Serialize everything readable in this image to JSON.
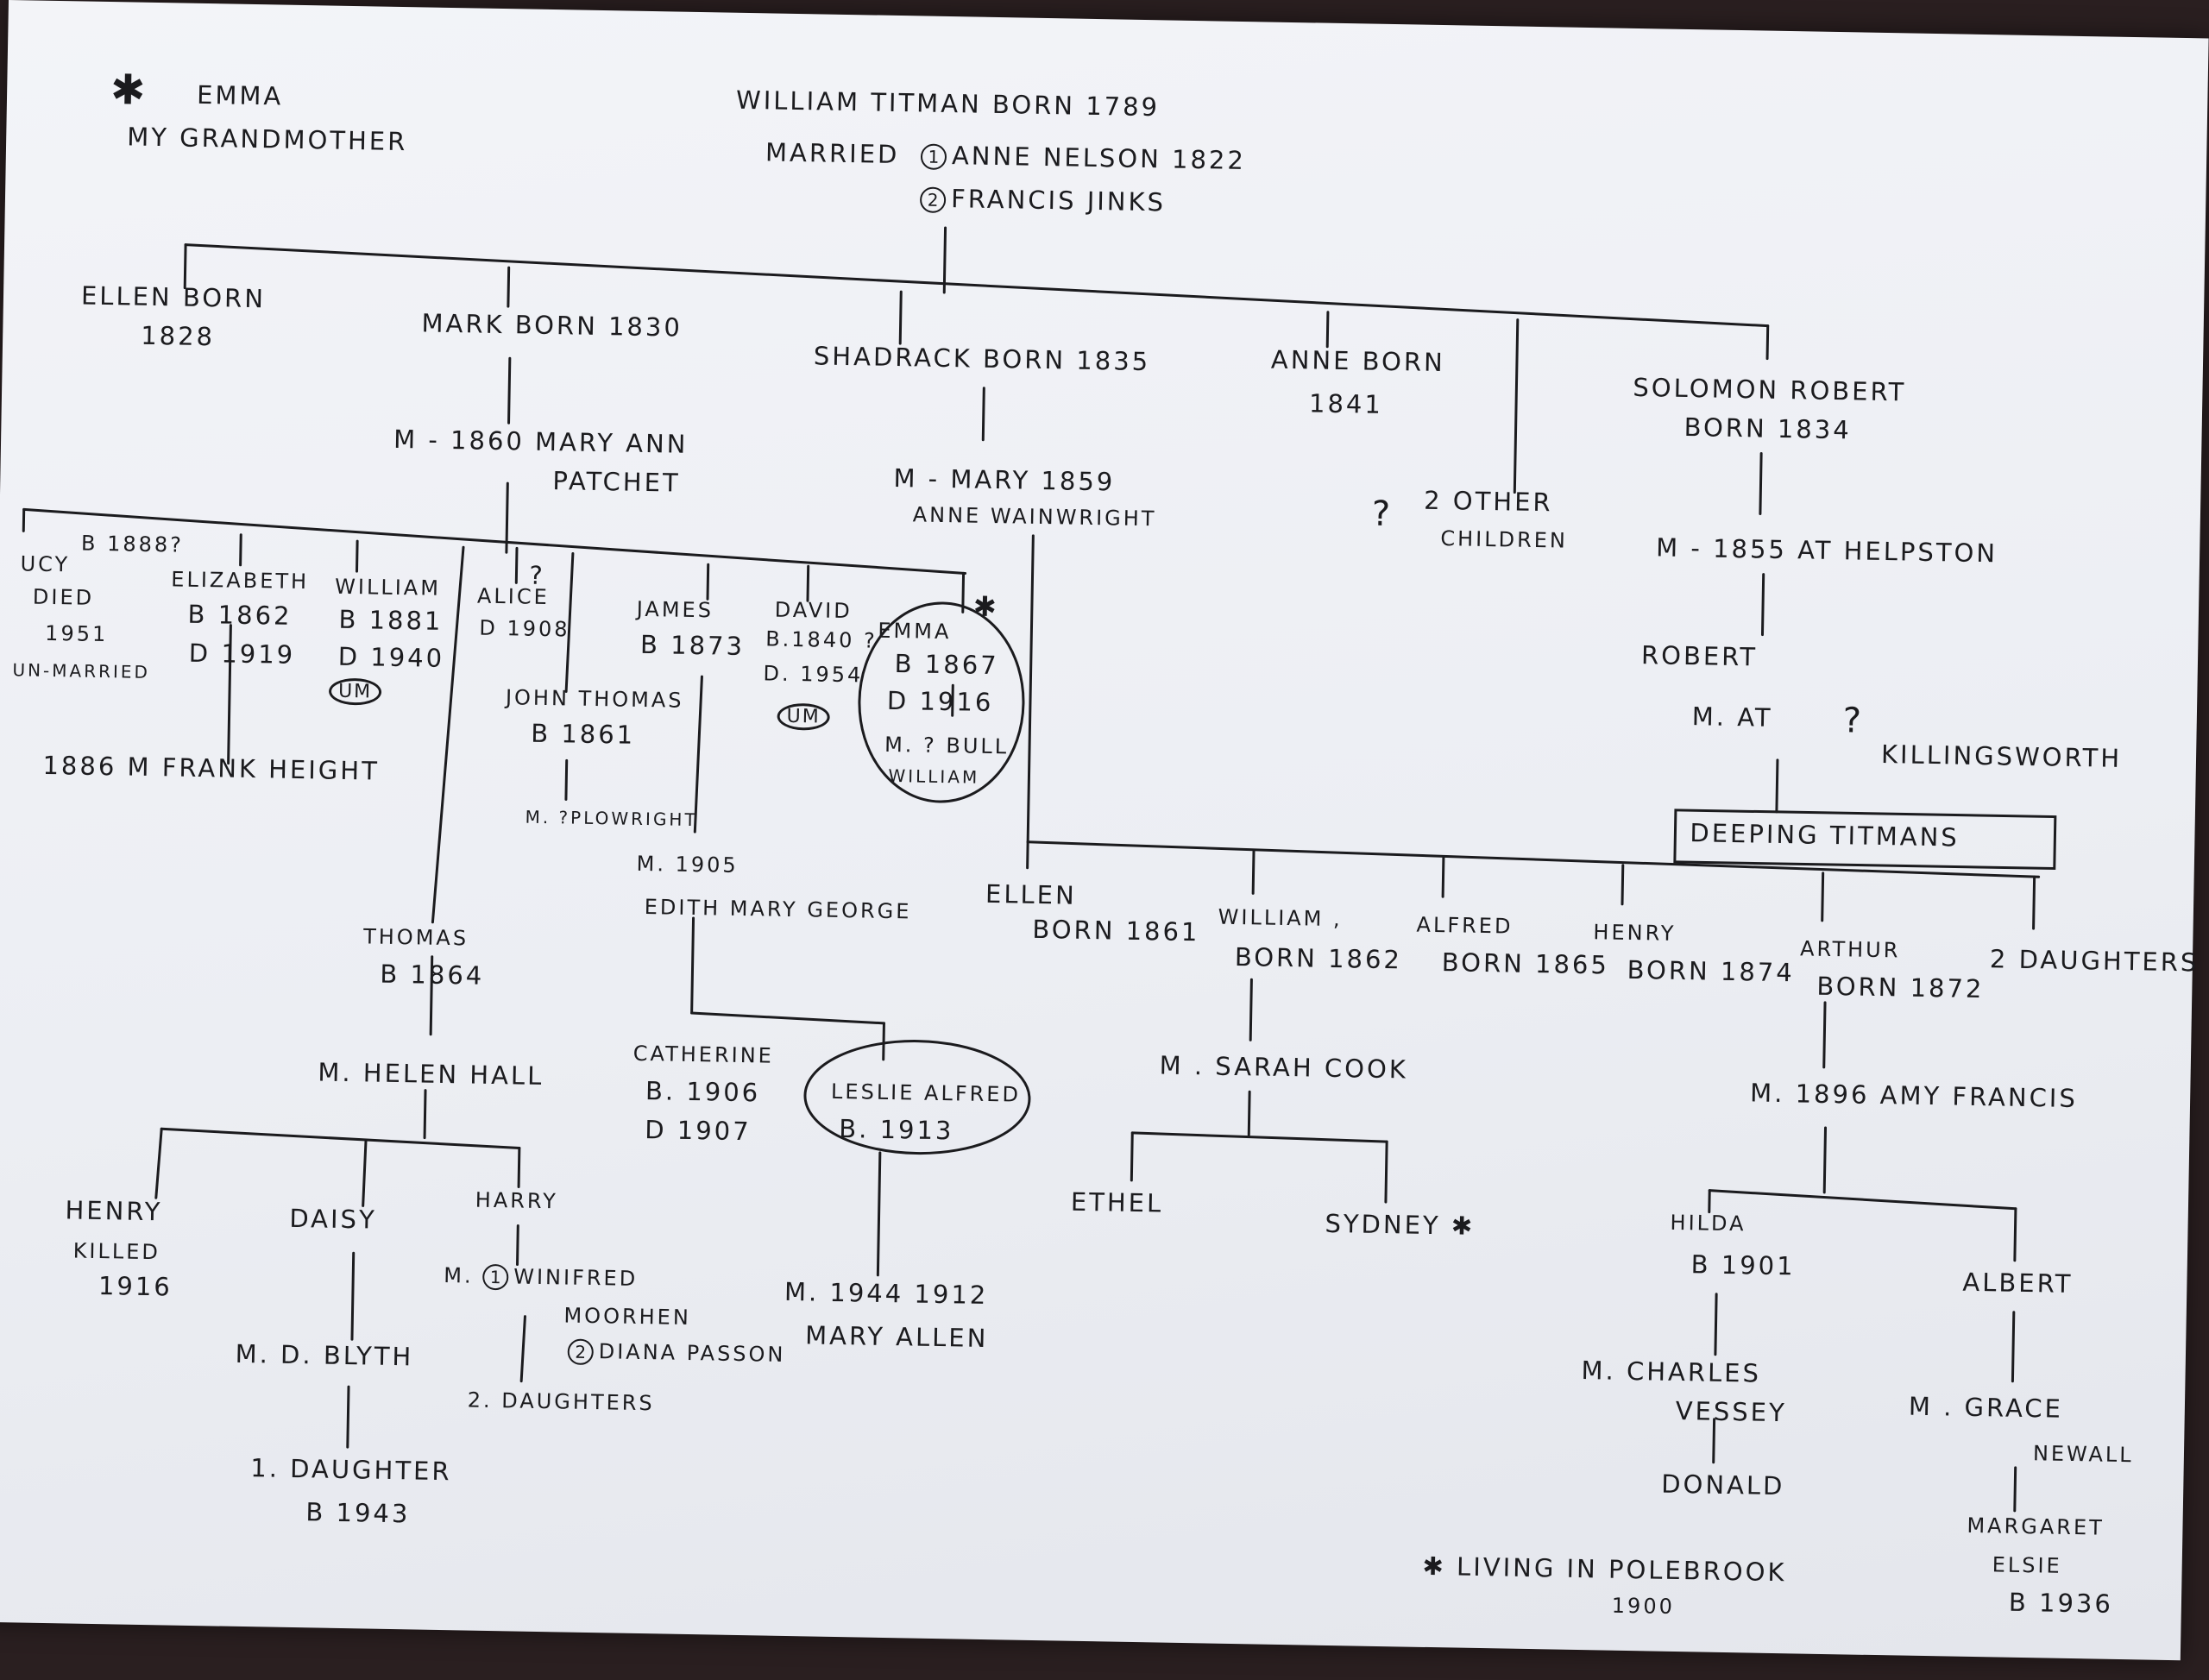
{
  "note": {
    "star": "✱",
    "name": "EMMA",
    "relation": "MY GRANDMOTHER"
  },
  "root": {
    "line1": "WILLIAM TITMAN   BORN 1789",
    "married": "MARRIED",
    "spouse1_num": "1",
    "spouse1": "ANNE NELSON 1822",
    "spouse2_num": "2",
    "spouse2": "FRANCIS JINKS"
  },
  "gen1": {
    "ellen": {
      "l1": "ELLEN BORN",
      "l2": "1828"
    },
    "mark": {
      "l1": "MARK BORN 1830",
      "m1": "M - 1860  MARY ANN",
      "m2": "PATCHET"
    },
    "shadrack": {
      "l1": "SHADRACK BORN 1835",
      "m1": "M -  MARY   1859",
      "m2": "ANNE WAINWRIGHT"
    },
    "anne": {
      "l1": "ANNE BORN",
      "l2": "1841"
    },
    "other": {
      "q": "?",
      "l1": "2  OTHER",
      "l2": "CHILDREN"
    },
    "solomon": {
      "l1": "SOLOMON ROBERT",
      "l2": "BORN 1834",
      "m": "M - 1855  AT  HELPSTON"
    }
  },
  "mark_children": {
    "lucy": {
      "l0": "B 1888?",
      "l1": "UCY",
      "l2": "DIED",
      "l3": "1951",
      "l4": "UN-MARRIED"
    },
    "elizabeth": {
      "l1": "ELIZABETH",
      "l2": "B 1862",
      "l3": "D 1919"
    },
    "lucy_m": "1886 M     FRANK HEIGHT",
    "william": {
      "l1": "WILLIAM",
      "l2": "B 1881",
      "l3": "D 1940",
      "um": "UM"
    },
    "alice": {
      "q": "?",
      "l1": "ALICE",
      "l2": "D 1908"
    },
    "john": {
      "l1": "JOHN THOMAS",
      "l2": "B 1861",
      "m": "M.  ?PLOWRIGHT"
    },
    "james": {
      "l1": "JAMES",
      "l2": "B 1873",
      "m1": "M.    1905",
      "m2": "EDITH MARY GEORGE"
    },
    "david": {
      "l1": "DAVID",
      "l2": "B.1840 ?",
      "l3": "D. 1954",
      "um": "UM"
    },
    "emma": {
      "star": "✱",
      "l1": "EMMA",
      "l2": "B 1867",
      "l3": "D     1916",
      "l4": "M.  ? BULL",
      "l5": "WILLIAM"
    },
    "thomas": {
      "l1": "THOMAS",
      "l2": "B 1864",
      "m": "M.  HELEN HALL"
    }
  },
  "james_children": {
    "catherine": {
      "l1": "CATHERINE",
      "l2": "B. 1906",
      "l3": "D 1907"
    },
    "leslie": {
      "l1": "LESLIE ALFRED",
      "l2": "B. 1913",
      "m1": "M. 1944     1912",
      "m2": "MARY ALLEN"
    }
  },
  "thomas_children": {
    "henry": {
      "l1": "HENRY",
      "l2": "KILLED",
      "l3": "1916"
    },
    "daisy": {
      "l1": "DAISY",
      "m": "M.  D. BLYTH",
      "c1": "1. DAUGHTER",
      "c2": "B 1943"
    },
    "harry": {
      "l1": "HARRY",
      "m1": "M.",
      "n1": "1",
      "m1b": "WINIFRED",
      "m2": "MOORHEN",
      "n2": "2",
      "m3": "DIANA PASSON",
      "c": "2. DAUGHTERS"
    }
  },
  "shadrack_children": {
    "ellen": {
      "l1": "ELLEN",
      "l2": "BORN 1861"
    },
    "william": {
      "l1": "WILLIAM  ,",
      "l2": "BORN 1862",
      "m": "M . SARAH COOK"
    },
    "alfred": {
      "l1": "ALFRED",
      "l2": "BORN 1865"
    },
    "henry": {
      "l1": "HENRY",
      "l2": "BORN 1874"
    },
    "arthur": {
      "l1": "ARTHUR",
      "l2": "BORN 1872",
      "m": "M. 1896  AMY FRANCIS"
    },
    "daughters": {
      "l1": "2  DAUGHTERS"
    }
  },
  "william_children": {
    "ethel": "ETHEL",
    "sydney": "SYDNEY ✱"
  },
  "arthur_children": {
    "hilda": {
      "l1": "HILDA",
      "l2": "B 1901",
      "m1": "M. CHARLES",
      "m2": "VESSEY",
      "c": "DONALD"
    },
    "albert": {
      "l1": "ALBERT",
      "m1": "M . GRACE",
      "m2": "NEWALL",
      "c1": "MARGARET",
      "c2": "ELSIE",
      "c3": "B 1936"
    }
  },
  "robert": {
    "l1": "ROBERT",
    "m1": "M. AT",
    "q": "?",
    "m2": "KILLINGSWORTH",
    "box": "DEEPING   TITMANS"
  },
  "footnote": {
    "l1": "✱ LIVING  IN POLEBROOK",
    "l2": "1900"
  }
}
